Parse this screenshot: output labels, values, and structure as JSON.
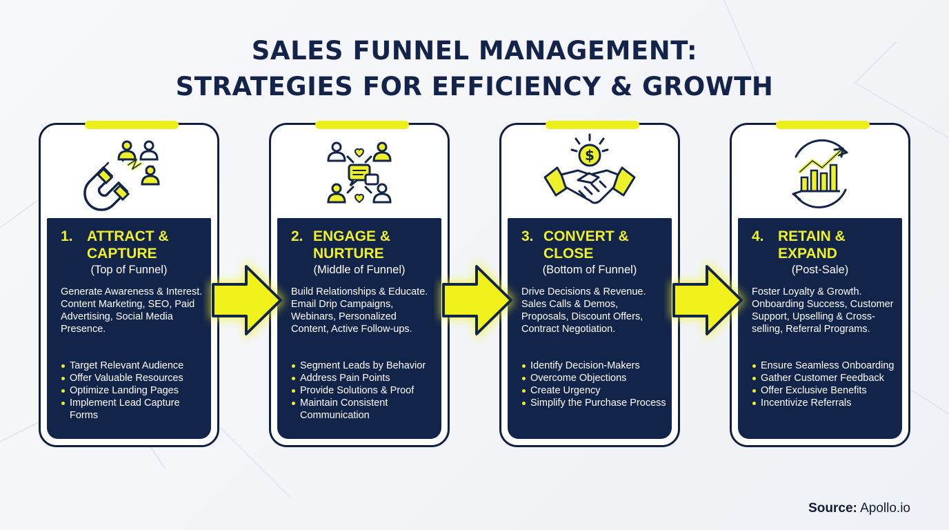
{
  "title": {
    "line1": "SALES FUNNEL MANAGEMENT:",
    "line2": "STRATEGIES FOR EFFICIENCY & GROWTH"
  },
  "colors": {
    "navy": "#13244a",
    "accent": "#eef02b",
    "border": "#0f1f3f"
  },
  "stages": [
    {
      "number": "1.",
      "title": "ATTRACT & CAPTURE",
      "subtitle": "(Top of Funnel)",
      "description": "Generate Awareness & Interest. Content Marketing, SEO, Paid Advertising, Social Media Presence.",
      "bullets": [
        "Target Relevant Audience",
        "Offer Valuable Resources",
        "Optimize Landing Pages",
        "Implement Lead Capture Forms"
      ],
      "icon": "magnet-people-icon"
    },
    {
      "number": "2.",
      "title": "ENGAGE & NURTURE",
      "subtitle": "(Middle of Funnel)",
      "description": "Build Relationships & Educate. Email Drip Campaigns, Webinars, Personalized Content, Active Follow-ups.",
      "bullets": [
        "Segment Leads by Behavior",
        "Address Pain Points",
        "Provide Solutions & Proof",
        "Maintain Consistent Communication"
      ],
      "icon": "people-chat-network-icon"
    },
    {
      "number": "3.",
      "title": "CONVERT & CLOSE",
      "subtitle": "(Bottom of Funnel)",
      "description": "Drive Decisions & Revenue. Sales Calls & Demos, Proposals, Discount Offers, Contract Negotiation.",
      "bullets": [
        "Identify Decision-Makers",
        "Overcome Objections",
        "Create Urgency",
        "Simplify the Purchase Process"
      ],
      "icon": "handshake-dollar-icon"
    },
    {
      "number": "4.",
      "title": "RETAIN & EXPAND",
      "subtitle": "(Post-Sale)",
      "description": "Foster Loyalty & Growth. Onboarding Success, Customer Support, Upselling & Cross-selling, Referral Programs.",
      "bullets": [
        "Ensure Seamless Onboarding",
        "Gather Customer Feedback",
        "Offer Exclusive Benefits",
        "Incentivize Referrals"
      ],
      "icon": "growth-chart-cycle-icon"
    }
  ],
  "source": {
    "label": "Source:",
    "value": "Apollo.io"
  }
}
